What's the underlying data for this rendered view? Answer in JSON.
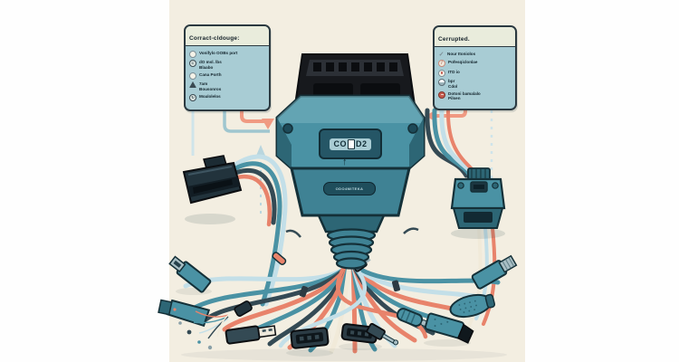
{
  "colors": {
    "page_bg": "#fefefe",
    "art_bg": "#f3eee1",
    "panel_fill": "#a8ccd4",
    "panel_header": "#e9ecdc",
    "outline_dark": "#143038",
    "teal_main": "#4a92a4",
    "teal_dark": "#2d6675",
    "black_connector": "#17191d",
    "salmon_cable": "#e8836b",
    "salmon_arrow": "#f09a82",
    "lightblue_cable": "#c3dfe8",
    "dark_cable": "#344a54",
    "cream_cable": "#f1ead9",
    "alert_red": "#c65a4e"
  },
  "panels": {
    "correct": {
      "title": "Corract-cldouge:",
      "items": [
        {
          "icon": "circle-icon",
          "label": "Vonifylo OOBs port"
        },
        {
          "icon": "clock-icon",
          "label": "dO msl. lbs Blaabo"
        },
        {
          "icon": "circle-icon",
          "label": "Cana Porth"
        },
        {
          "icon": "warning-triangle-icon",
          "label": "7am Bousonros"
        },
        {
          "icon": "refresh-circle-icon",
          "label": "Moalolelos"
        }
      ]
    },
    "corrupted": {
      "title": "Cerrupted.",
      "items": [
        {
          "icon": "check-icon",
          "label": "Nour Itoniolos"
        },
        {
          "icon": "no-pen-icon",
          "label": "Pofesqiclonlae"
        },
        {
          "icon": "dot-circle-icon",
          "label": "ITD io"
        },
        {
          "icon": "half-circle-icon",
          "label": "bpr Cdol"
        },
        {
          "icon": "alert-badge-icon",
          "label": "Dotoni bamalalo Pilsen"
        }
      ]
    }
  },
  "connector": {
    "label_prefix": "CO",
    "label_suffix": "D2",
    "tag": "ODO4MITEKA",
    "arrow_glyph": "↑"
  },
  "icons": {
    "check": "✓",
    "clock_c": "C",
    "slash": "/",
    "refresh": "↻"
  }
}
